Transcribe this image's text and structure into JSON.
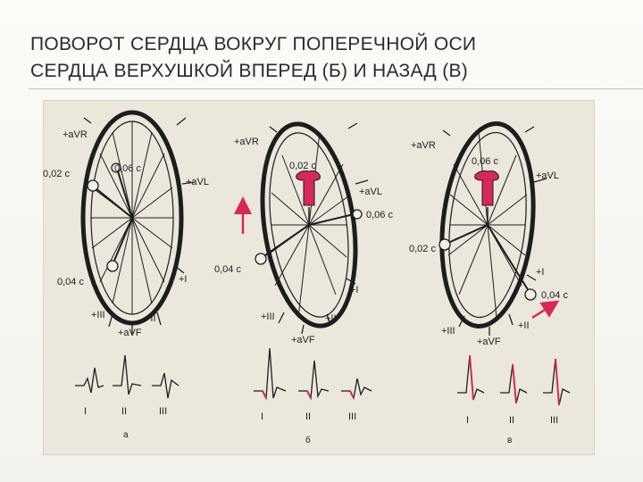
{
  "slide": {
    "title_line1": "ПОВОРОТ СЕРДЦА ВОКРУГ ПОПЕРЕЧНОЙ ОСИ",
    "title_line2": "СЕРДЦА ВЕРХУШКОЙ ВПЕРЕД (Б) И НАЗАД (В)"
  },
  "colors": {
    "heart": "#d6285a",
    "ink": "#1d1d1d",
    "paper": "#ebe7dd"
  },
  "panels": [
    {
      "caption": "а",
      "leads": {
        "avr": "+aVR",
        "avl": "+aVL",
        "avf": "+aVF",
        "i": "+I",
        "ii": "+II",
        "iii": "+III"
      },
      "vectors": {
        "v002": "0,02 с",
        "v006": "0,06 с",
        "v004": "0,04 с"
      },
      "ecg_labels": [
        "I",
        "II",
        "III"
      ]
    },
    {
      "caption": "б",
      "leads": {
        "avr": "+aVR",
        "avl": "+aVL",
        "avf": "+aVF",
        "i": "+I",
        "ii": "+II",
        "iii": "+III"
      },
      "vectors": {
        "v002": "0,02 с",
        "v006": "0,06 с",
        "v004": "0,04 с"
      },
      "ecg_labels": [
        "I",
        "II",
        "III"
      ]
    },
    {
      "caption": "в",
      "leads": {
        "avr": "+aVR",
        "avl": "+aVL",
        "avf": "+aVF",
        "i": "+I",
        "ii": "+II",
        "iii": "+III"
      },
      "vectors": {
        "v002": "0,02 с",
        "v006": "0,06 с",
        "v004": "0,04 с"
      },
      "ecg_labels": [
        "I",
        "II",
        "III"
      ]
    }
  ]
}
